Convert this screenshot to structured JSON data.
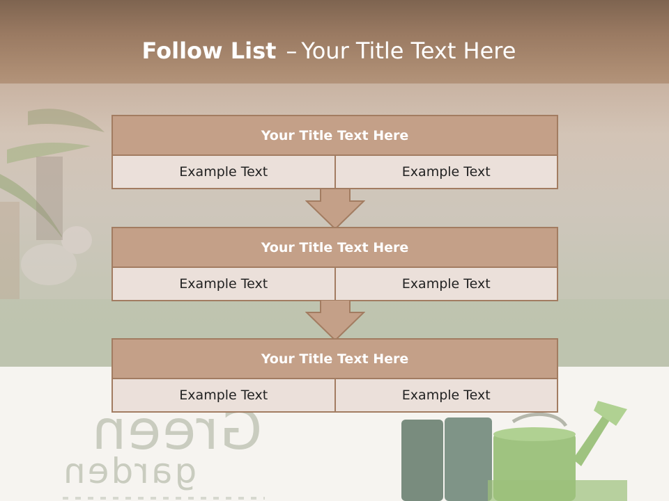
{
  "slide": {
    "title_bold": "Follow List",
    "title_dash": "–",
    "title_rest": "Your Title Text Here"
  },
  "blocks": [
    {
      "title": "Your Title Text Here",
      "left": "Example Text",
      "right": "Example Text"
    },
    {
      "title": "Your Title Text Here",
      "left": "Example Text",
      "right": "Example Text"
    },
    {
      "title": "Your Title Text Here",
      "left": "Example Text",
      "right": "Example Text"
    }
  ],
  "background": {
    "brand_word_1": "Green",
    "brand_word_2": "garden"
  },
  "colors": {
    "header_band": "#9a7a62",
    "block_head": "#c4a088",
    "block_border": "#a27c61",
    "block_row": "#ebe0da",
    "arrow_fill": "#c4a088"
  },
  "icons": [
    "down-arrow-icon",
    "watering-can-icon",
    "rubber-boot-icon",
    "plant-leaf-icon"
  ]
}
